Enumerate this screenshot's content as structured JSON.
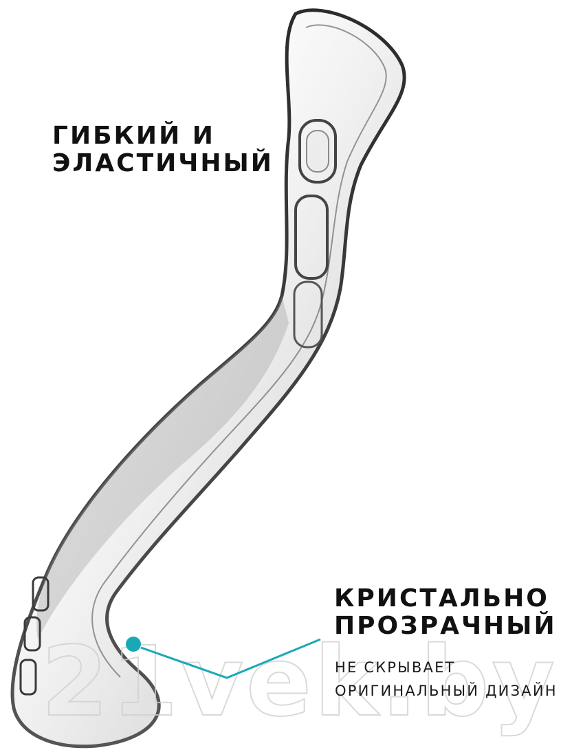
{
  "feature_flexible": {
    "line1": "ГИБКИЙ И",
    "line2": "ЭЛАСТИЧНЫЙ"
  },
  "feature_transparent": {
    "title_line1": "КРИСТАЛЬНО",
    "title_line2": "ПРОЗРАЧНЫЙ",
    "desc_line1": "НЕ СКРЫВАЕТ",
    "desc_line2": "ОРИГИНАЛЬНЫЙ ДИЗАЙН"
  },
  "watermark": "21vek.by",
  "colors": {
    "accent": "#19a9b5",
    "text": "#111111",
    "case_edge": "#3a3a3a",
    "case_fill": "#d9d9d9"
  }
}
